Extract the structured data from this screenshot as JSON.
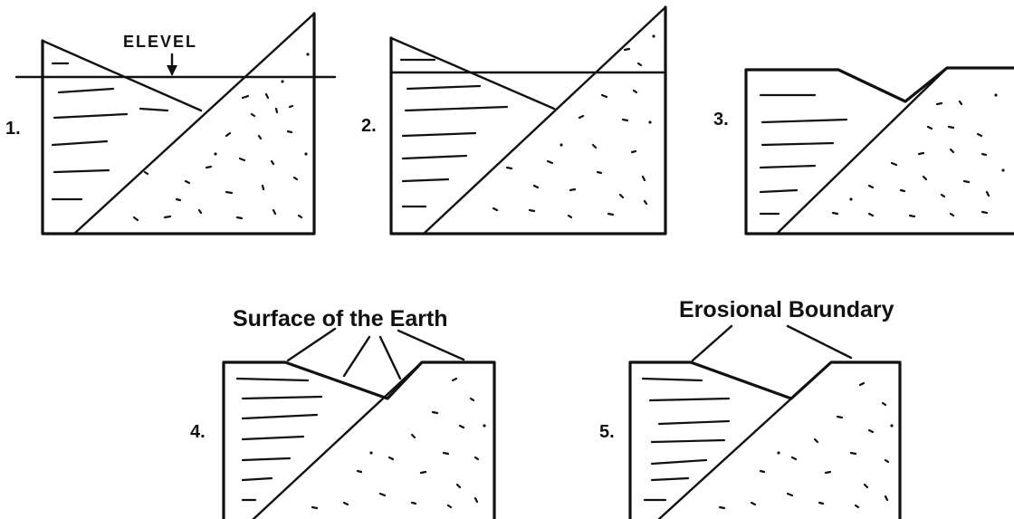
{
  "panels": [
    {
      "number": "1.",
      "annotation": "ELEVEL"
    },
    {
      "number": "2."
    },
    {
      "number": "3."
    },
    {
      "number": "4.",
      "annotation": "Surface of the Earth"
    },
    {
      "number": "5.",
      "annotation": "Erosional Boundary"
    }
  ]
}
